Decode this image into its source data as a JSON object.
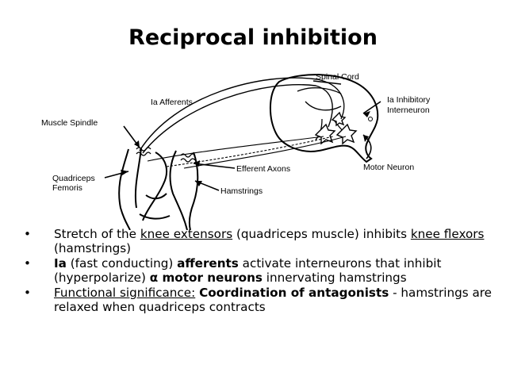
{
  "slide": {
    "title": "Reciprocal inhibition"
  },
  "diagram": {
    "labels": {
      "spinal_cord": "Spinal Cord",
      "ia_afferents": "Ia Afferents",
      "ia_inhibitory_line1": "Ia Inhibitory",
      "ia_inhibitory_line2": "Interneuron",
      "muscle_spindle": "Muscle Spindle",
      "motor_neuron": "Motor Neuron",
      "efferent_axons": "Efferent Axons",
      "quadriceps_line1": "Quadriceps",
      "quadriceps_line2": "Femoris",
      "hamstrings": "Hamstrings"
    }
  },
  "bullets": {
    "b1": {
      "t1": "Stretch of the ",
      "u1": "knee extensors",
      "t2": " (quadriceps muscle) inhibits ",
      "u2": "knee flexors",
      "t3": " (hamstrings)"
    },
    "b2": {
      "b1": "Ia",
      "t1": " (fast conducting) ",
      "b2": "afferents",
      "t2": " activate interneurons that inhibit (hyperpolarize) ",
      "b3": "α motor neurons",
      "t3": " innervating hamstrings"
    },
    "b3": {
      "u1": "Functional significance:",
      "t1": " ",
      "b1": "Coordination of antagonists",
      "t2": " - hamstrings are relaxed when quadriceps contracts"
    }
  }
}
